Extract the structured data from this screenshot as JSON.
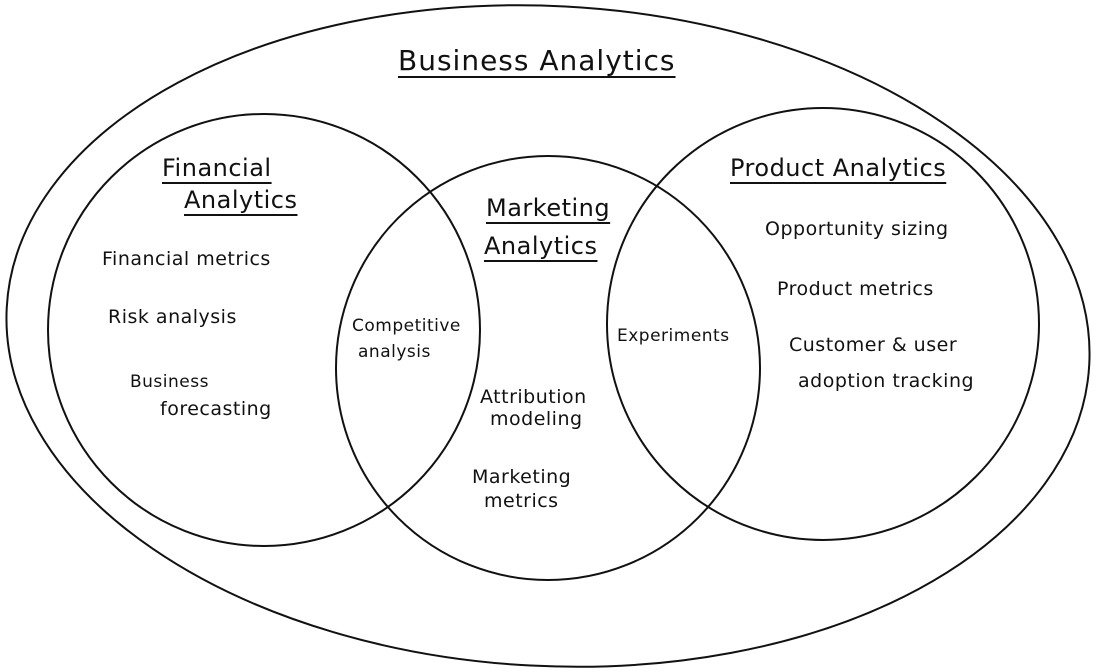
{
  "diagram": {
    "title": "Business Analytics",
    "sets": [
      {
        "id": "financial",
        "heading_line1": "Financial",
        "heading_line2": "Analytics",
        "items": [
          "Financial metrics",
          "Risk analysis",
          "Business",
          "forecasting"
        ]
      },
      {
        "id": "marketing",
        "heading_line1": "Marketing",
        "heading_line2": "Analytics",
        "items": [
          "Attribution",
          "modeling",
          "Marketing",
          "metrics"
        ]
      },
      {
        "id": "product",
        "heading_line1": "Product Analytics",
        "items": [
          "Opportunity sizing",
          "Product metrics",
          "Customer & user",
          "adoption tracking"
        ]
      }
    ],
    "overlaps": [
      {
        "between": [
          "financial",
          "marketing"
        ],
        "line1": "Competitive",
        "line2": "analysis"
      },
      {
        "between": [
          "marketing",
          "product"
        ],
        "line1": "Experiments"
      }
    ]
  }
}
